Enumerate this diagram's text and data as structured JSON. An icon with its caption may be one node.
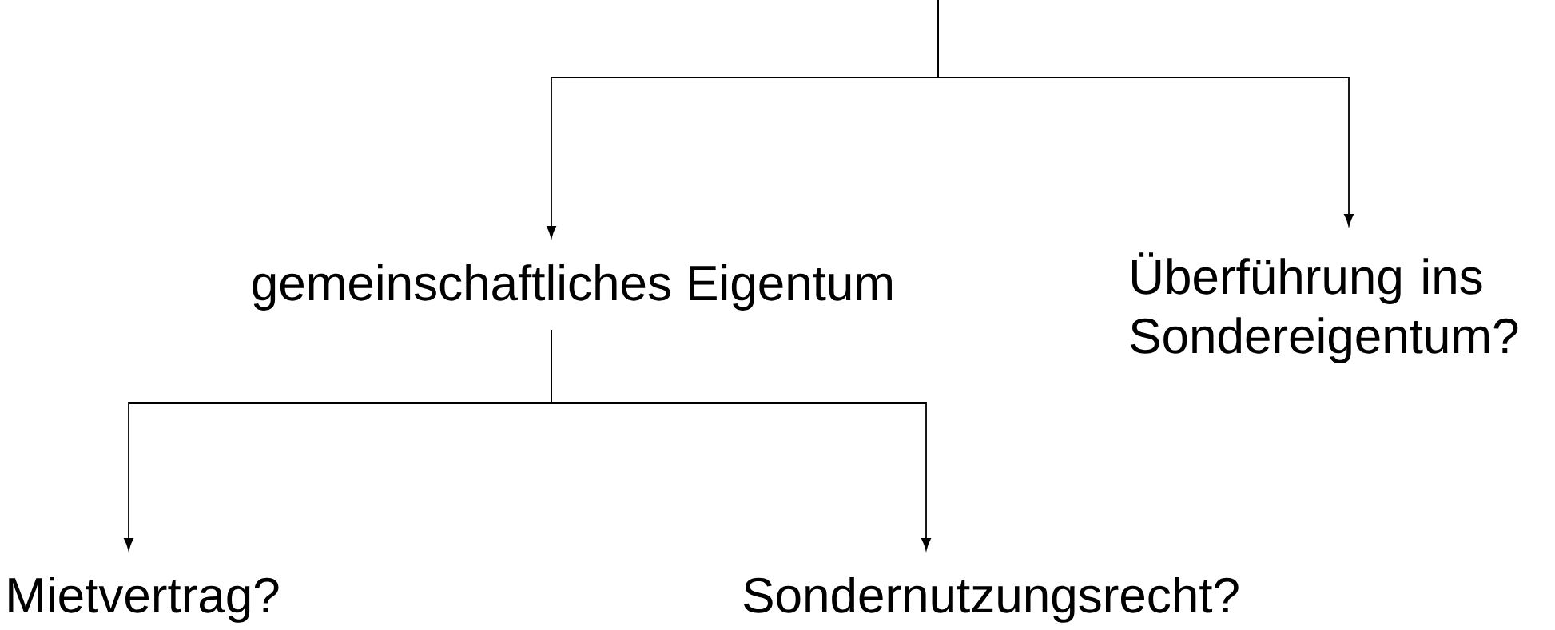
{
  "diagram": {
    "nodes": [
      {
        "text": [
          "gemeinschaftliches Eigentum"
        ]
      },
      {
        "text": [
          "Überführung ins Sondereigentum?"
        ]
      },
      {
        "text": [
          "Mietvertrag?"
        ]
      },
      {
        "text": [
          "Sondernutzungsrecht?"
        ]
      }
    ],
    "edges": [
      {
        "from": null,
        "to": 0,
        "arrow": "to"
      },
      {
        "from": null,
        "to": 1,
        "arrow": "to"
      },
      {
        "from": 0,
        "to": 2,
        "arrow": "to"
      },
      {
        "from": 0,
        "to": 3,
        "arrow": "to"
      }
    ]
  }
}
